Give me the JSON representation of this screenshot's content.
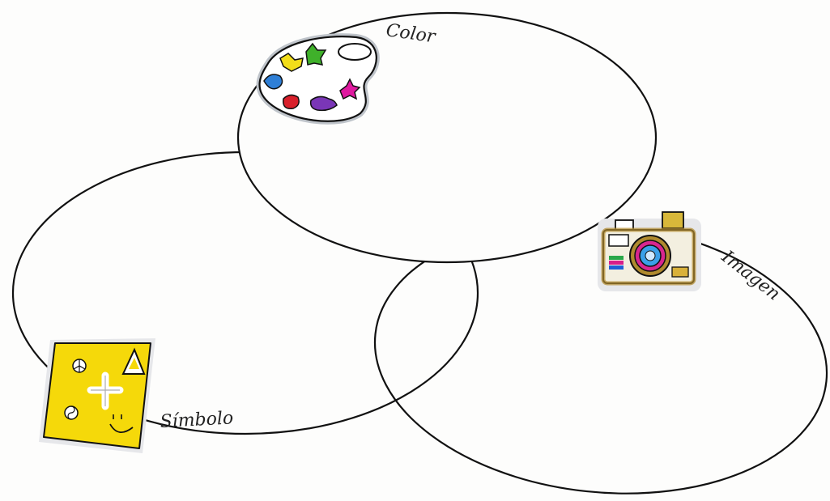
{
  "diagram": {
    "type": "venn",
    "sets": [
      {
        "id": "color",
        "label": "Color",
        "icon": "palette-icon"
      },
      {
        "id": "imagen",
        "label": "Imagen",
        "icon": "camera-icon"
      },
      {
        "id": "simbolo",
        "label": "Símbolo",
        "icon": "symbol-note-icon"
      }
    ]
  },
  "colors": {
    "outline": "#111111",
    "note_yellow": "#f5d90a",
    "camera_body": "#f3efe0",
    "camera_trim": "#b08a2e"
  }
}
